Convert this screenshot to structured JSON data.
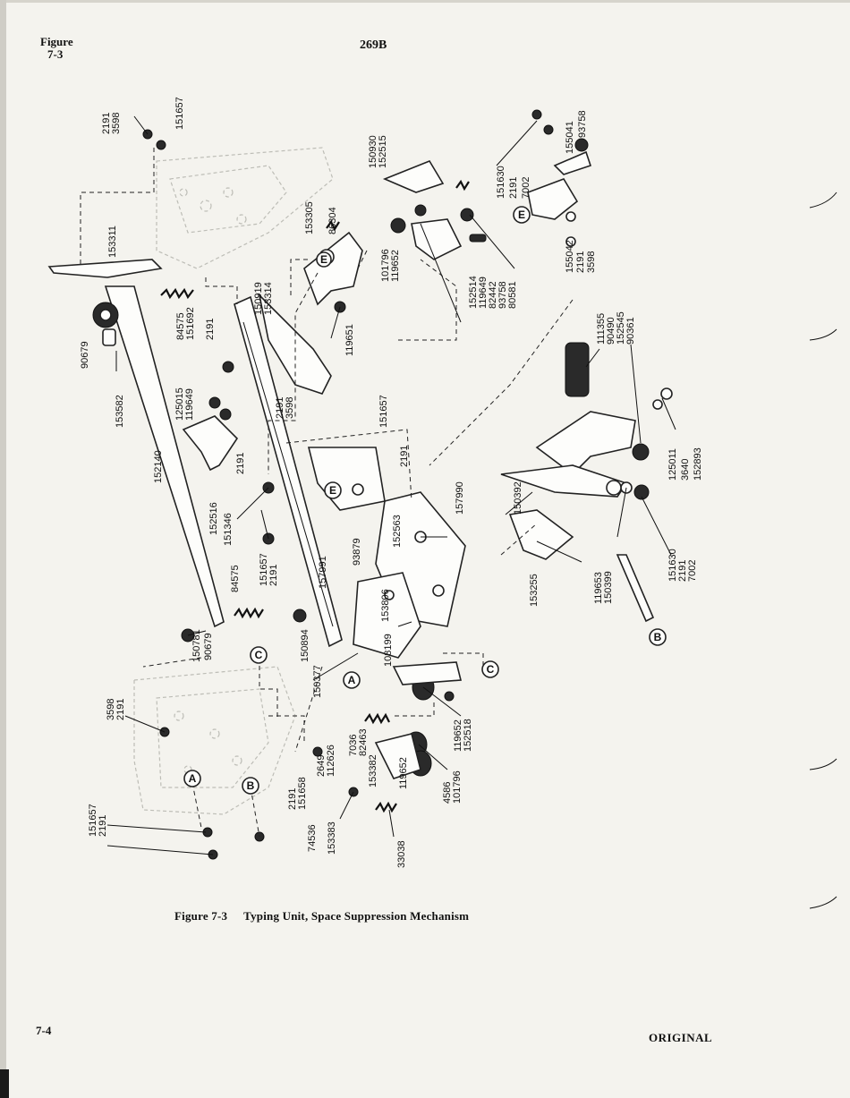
{
  "header": {
    "figure_word": "Figure",
    "figure_number": "7-3",
    "page_code": "269B"
  },
  "caption": {
    "label": "Figure 7-3",
    "title": "Typing Unit, Space Suppression Mechanism"
  },
  "footer": {
    "page_number": "7-4",
    "status": "ORIGINAL"
  },
  "ref_letters": [
    "A",
    "B",
    "C",
    "E"
  ],
  "part_numbers": {
    "top_left": [
      "2191",
      "3598",
      "151657"
    ],
    "bracket_top": [
      "153311"
    ],
    "upper_center": [
      "153305",
      "86304"
    ],
    "upper_center2": [
      "150919",
      "153314"
    ],
    "left_springs": [
      "84575",
      "151692",
      "2191"
    ],
    "gear": [
      "90679",
      "153582"
    ],
    "upper_right_a": [
      "150930",
      "152515"
    ],
    "upper_right_b": [
      "101796",
      "119652"
    ],
    "upper_right_c": [
      "152514",
      "119649",
      "82442",
      "93758",
      "80581"
    ],
    "far_right": [
      "151630",
      "2191",
      "7002"
    ],
    "far_right2": [
      "155041",
      "93758"
    ],
    "far_right3": [
      "155042",
      "2191",
      "3598"
    ],
    "mid_right": [
      "111355",
      "90490",
      "152545",
      "90361"
    ],
    "mid_right2": [
      "125011",
      "3640",
      "152893"
    ],
    "center": [
      "119651",
      "2191",
      "3598",
      "151657",
      "2191"
    ],
    "left_mid": [
      "125015",
      "119649",
      "152140",
      "152516",
      "2191",
      "151346"
    ],
    "center2": [
      "157990",
      "152563",
      "150392",
      "153255"
    ],
    "lower_right": [
      "119653",
      "150399",
      "151630",
      "2191",
      "7002"
    ],
    "center3": [
      "151657",
      "2191",
      "84575",
      "157991",
      "93879",
      "150894",
      "153806"
    ],
    "lower_left": [
      "90679",
      "150781",
      "150377",
      "108199"
    ],
    "bottom": [
      "119652",
      "152518",
      "119652",
      "4586",
      "101796"
    ],
    "bottom2": [
      "7036",
      "82463",
      "153382",
      "2649",
      "112626",
      "2191",
      "151658"
    ],
    "bottom3": [
      "74536",
      "153383",
      "33038"
    ],
    "far_left": [
      "3598",
      "2191",
      "151657",
      "2191"
    ]
  }
}
